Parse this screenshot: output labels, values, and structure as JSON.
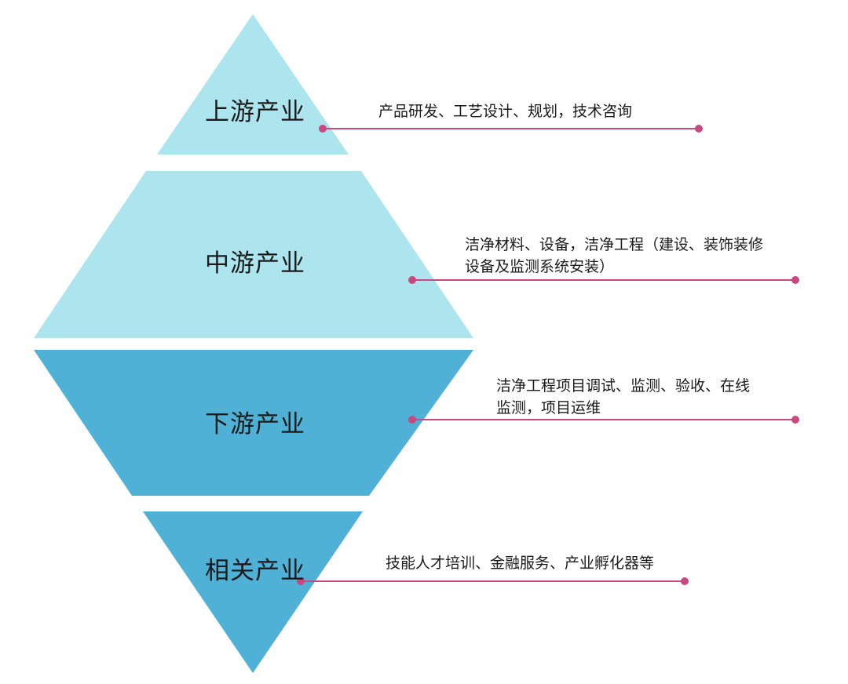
{
  "colors": {
    "light_tier": "#ace5ee",
    "dark_tier": "#50b1d7",
    "connector": "#c8487f"
  },
  "tiers": [
    {
      "label": "上游产业",
      "desc": [
        "产品研发、工艺设计、规划，技术咨询"
      ]
    },
    {
      "label": "中游产业",
      "desc": [
        "洁净材料、设备，洁净工程（建设、装饰装修",
        "设备及监测系统安装）"
      ]
    },
    {
      "label": "下游产业",
      "desc": [
        "洁净工程项目调试、监测、验收、在线",
        "监测，项目运维"
      ]
    },
    {
      "label": "相关产业",
      "desc": [
        "技能人才培训、金融服务、产业孵化器等"
      ]
    }
  ]
}
